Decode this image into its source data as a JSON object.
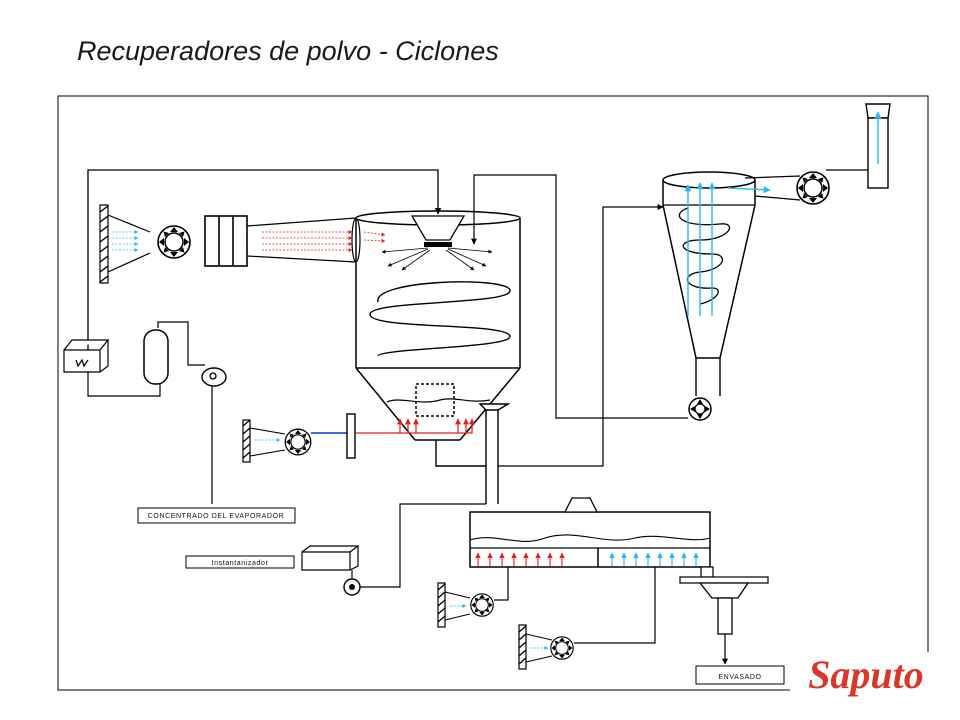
{
  "title": "Recuperadores de polvo - Ciclones",
  "labels": {
    "concentrado": "CONCENTRADO DEL EVAPORADOR",
    "instantanizador": "Instantanizador",
    "envasado": "ENVASADO"
  },
  "logo": {
    "text": "Saputo"
  },
  "colors": {
    "line": "#000000",
    "hot_air": "#e02020",
    "cold_air": "#29b6f6",
    "logo": "#d9372a"
  }
}
